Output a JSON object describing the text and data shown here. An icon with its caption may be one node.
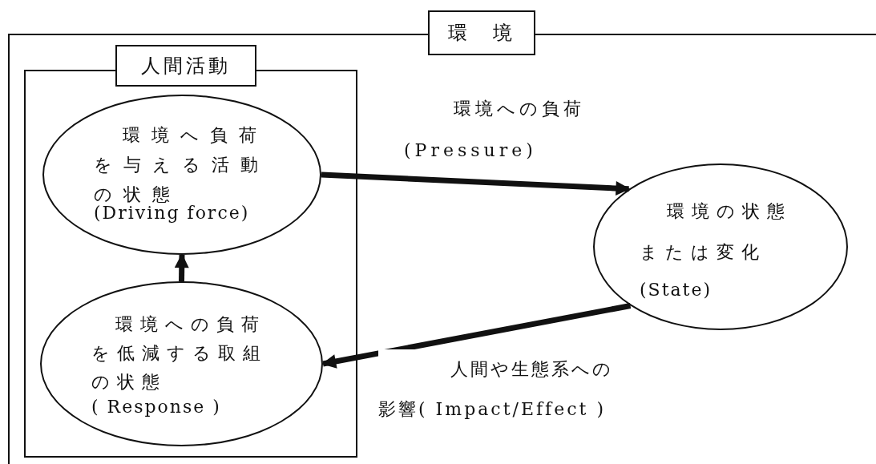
{
  "diagram": {
    "nodes": [
      {
        "text": [
          "環　境"
        ]
      },
      {
        "text": [
          "人間活動"
        ],
        "in": 0
      },
      {
        "text": [
          "環境へ負荷を与える活動の状態",
          "(Driving force)"
        ],
        "in": 1
      },
      {
        "text": [
          "環境への負荷を低減する取組の状態",
          "( Response )"
        ],
        "in": 1
      },
      {
        "text": [
          "環境の状態または変化",
          "(State)"
        ],
        "in": 0
      }
    ],
    "edges": [
      {
        "from": 2,
        "to": 4,
        "arrow": "to",
        "label": "環境への負荷 (Pressure)"
      },
      {
        "from": 3,
        "to": 2,
        "arrow": "to"
      },
      {
        "from": 4,
        "to": 3,
        "arrow": "to",
        "label": "人間や生態系への影響( Impact/Effect )"
      }
    ]
  }
}
